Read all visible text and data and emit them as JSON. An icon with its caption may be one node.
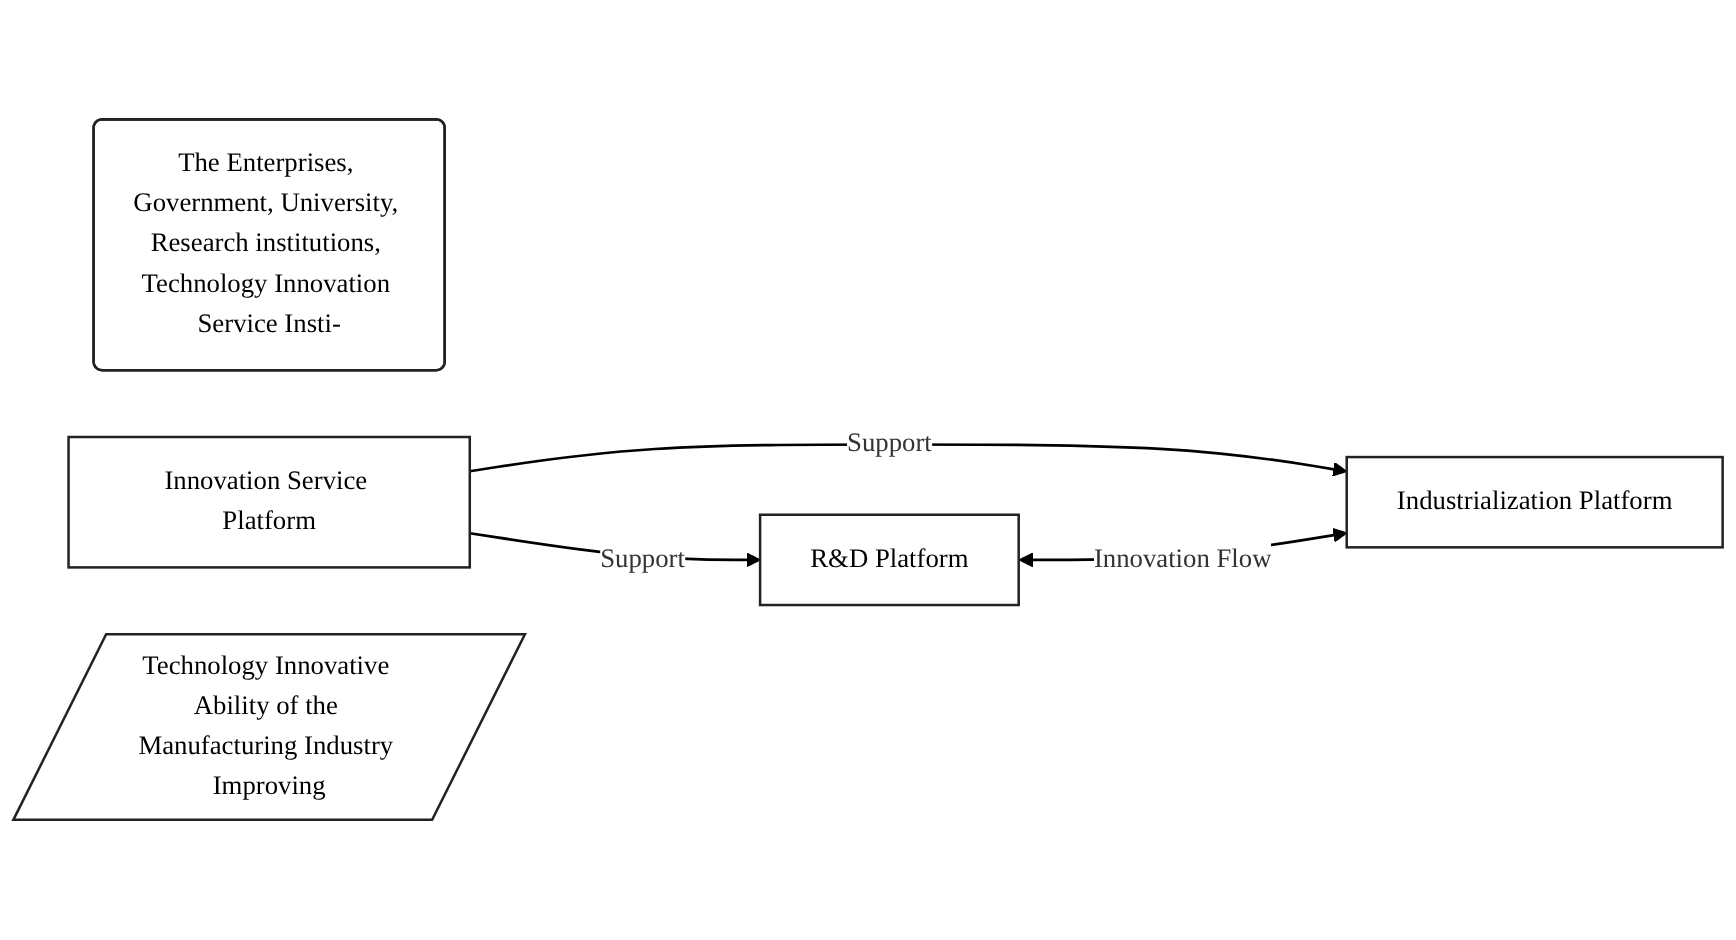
{
  "diagram": {
    "nodes": [
      {
        "text": [
          "The Enterprises, Government, University, Research institutions, Technology Innovation Service Insti-"
        ]
      },
      {
        "text": [
          "Innovation Service Platform"
        ]
      },
      {
        "text": [
          "R&D Platform"
        ]
      },
      {
        "text": [
          "Industrialization Platform"
        ]
      },
      {
        "text": [
          "Technology Innovative Ability of the Manufacturing Industry Improving"
        ]
      }
    ],
    "edges": [
      {
        "from": 1,
        "to": 2,
        "arrow": "to",
        "label": "Support"
      },
      {
        "from": 1,
        "to": 3,
        "arrow": "to",
        "label": "Support"
      },
      {
        "from": 2,
        "to": 3,
        "arrow": "both",
        "label": "Innovation Flow"
      }
    ]
  }
}
